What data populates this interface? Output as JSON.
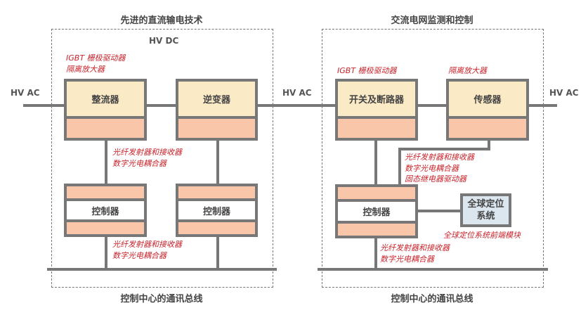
{
  "left_section": {
    "title": "先进的直流输电技术",
    "subtitle": "HV DC",
    "rectifier": "整流器",
    "inverter": "逆变器",
    "controller1": "控制器",
    "controller2": "控制器",
    "igbt_label": "IGBT 栅极驱动器",
    "isolation_label": "隔离放大器",
    "fiber_label_top": [
      "光纤发射器和接收器",
      "数字光电耦合器"
    ],
    "fiber_label_bottom": [
      "光纤发射器和接收器",
      "数字光电耦合器"
    ],
    "bus_label": "控制中心的通讯总线"
  },
  "right_section": {
    "title": "交流电网监测和控制",
    "switch": "开关及断路器",
    "sensor": "传感器",
    "controller": "控制器",
    "gps": "全球定位系统",
    "igbt_label": "IGBT 栅极驱动器",
    "isolation_label": "隔离放大器",
    "fiber_label_top": [
      "光纤发射器和接收器",
      "数字光电耦合器",
      "固态继电器驱动器"
    ],
    "gps_label": "全球定位系统前端模块",
    "fiber_label_bottom": [
      "光纤发射器和接收器",
      "数字光电耦合器"
    ],
    "bus_label": "控制中心的通讯总线"
  },
  "hv_ac_labels": [
    "HV AC",
    "HV AC",
    "HV AC"
  ],
  "colors": {
    "block_top": "#fbeac6",
    "block_bottom": "#f9c6a9",
    "gps": "#dce6ef",
    "label_red": "#c8242c",
    "line": "#777777"
  }
}
